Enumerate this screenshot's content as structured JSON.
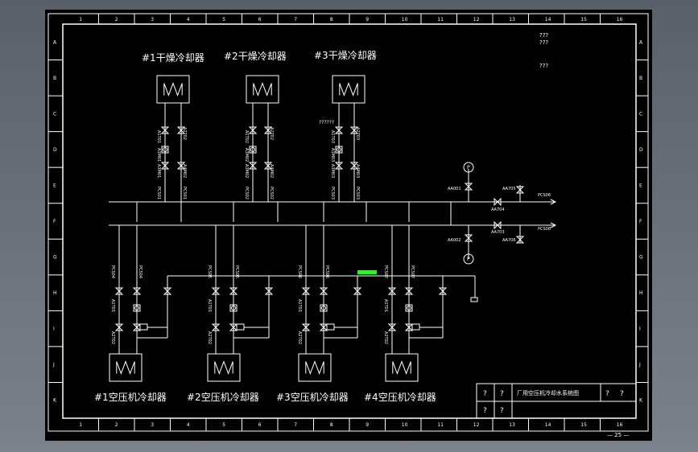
{
  "grid": {
    "columns": [
      "1",
      "2",
      "3",
      "4",
      "5",
      "6",
      "7",
      "8",
      "9",
      "10",
      "11",
      "12",
      "13",
      "14",
      "15",
      "16"
    ],
    "rows": [
      "A",
      "B",
      "C",
      "D",
      "E",
      "F",
      "G",
      "H",
      "I",
      "J",
      "K"
    ]
  },
  "header_notes": [
    "???",
    "???",
    "???"
  ],
  "dryer_coolers": [
    {
      "title": "#1干燥冷却器",
      "top_tags": [
        "A1T01",
        "A2T02"
      ],
      "mid_tags": [
        "A3M01",
        "A4M02"
      ],
      "bottom_tags": [
        "PCS01",
        "PCS01"
      ]
    },
    {
      "title": "#2干燥冷却器",
      "top_tags": [
        "A1T02",
        "A2T02"
      ],
      "mid_tags": [
        "A3M02",
        "A4M02"
      ],
      "bottom_tags": [
        "PCS02",
        "PCS02"
      ]
    },
    {
      "title": "#3干燥冷却器",
      "top_tags": [
        "A1T03",
        "A2T03"
      ],
      "mid_tags": [
        "A3M03",
        "A4M03"
      ],
      "bottom_tags": [
        "PCS03",
        "PCS03"
      ],
      "note": "??????"
    }
  ],
  "compressor_coolers": [
    {
      "title": "#1空压机冷却器",
      "top_tags": [
        "PCS04",
        "PCS04"
      ]
    },
    {
      "title": "#2空压机冷却器",
      "top_tags": [
        "PCS05",
        "PCS05"
      ]
    },
    {
      "title": "#3空压机冷却器",
      "top_tags": [
        "PCS06",
        "PCS06"
      ]
    },
    {
      "title": "#4空压机冷却器",
      "top_tags": [
        "PCS07",
        "PCS07"
      ]
    }
  ],
  "right_tags": {
    "upper_pump": "AA001",
    "upper_valve": "AA705",
    "upper_valve2": "AA704",
    "upper_pipe": "PCS06",
    "lower_pump": "AA002",
    "lower_valve": "AA706",
    "lower_valve2": "AA703",
    "lower_pipe": "PCS08"
  },
  "title_block": {
    "q1": "?",
    "title": "厂用空压机冷却水系统图",
    "q2": "?",
    "q3": "?",
    "q4": "?",
    "q5": "?"
  },
  "page_number": "— 25 —",
  "colors": {
    "line": "#ffffff",
    "background": "#000000",
    "highlight": "#33ee33"
  }
}
